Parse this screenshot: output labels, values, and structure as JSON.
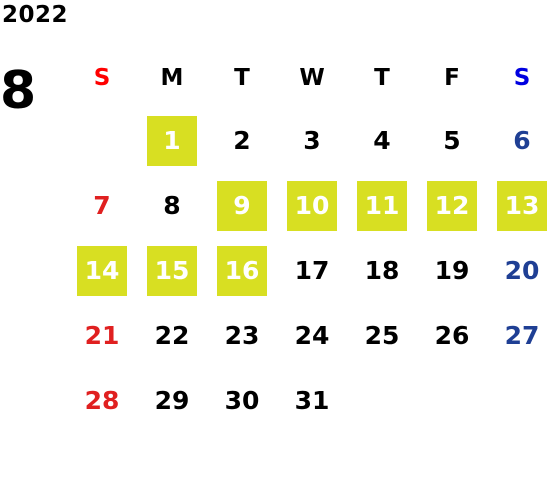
{
  "header": {
    "year": "2022",
    "month": "8"
  },
  "colors": {
    "sunday": "#e02020",
    "saturday": "#1f3f94",
    "highlight_bg": "#d8df22",
    "highlight_text": "#ffffff"
  },
  "weekdays": [
    "S",
    "M",
    "T",
    "W",
    "T",
    "F",
    "S"
  ],
  "weeks": [
    [
      {
        "d": ""
      },
      {
        "d": "1",
        "hl": true
      },
      {
        "d": "2"
      },
      {
        "d": "3"
      },
      {
        "d": "4"
      },
      {
        "d": "5"
      },
      {
        "d": "6"
      }
    ],
    [
      {
        "d": "7"
      },
      {
        "d": "8"
      },
      {
        "d": "9",
        "hl": true
      },
      {
        "d": "10",
        "hl": true
      },
      {
        "d": "11",
        "hl": true
      },
      {
        "d": "12",
        "hl": true
      },
      {
        "d": "13",
        "hl": true
      }
    ],
    [
      {
        "d": "14",
        "hl": true
      },
      {
        "d": "15",
        "hl": true
      },
      {
        "d": "16",
        "hl": true
      },
      {
        "d": "17"
      },
      {
        "d": "18"
      },
      {
        "d": "19"
      },
      {
        "d": "20"
      }
    ],
    [
      {
        "d": "21"
      },
      {
        "d": "22"
      },
      {
        "d": "23"
      },
      {
        "d": "24"
      },
      {
        "d": "25"
      },
      {
        "d": "26"
      },
      {
        "d": "27"
      }
    ],
    [
      {
        "d": "28"
      },
      {
        "d": "29"
      },
      {
        "d": "30"
      },
      {
        "d": "31"
      },
      {
        "d": ""
      },
      {
        "d": ""
      },
      {
        "d": ""
      }
    ]
  ]
}
